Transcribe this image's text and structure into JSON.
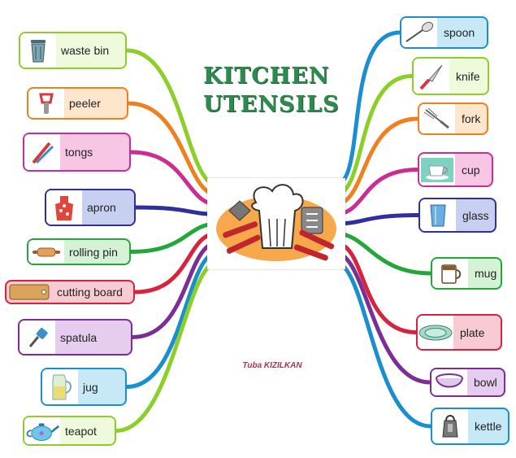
{
  "title_line1": "KITCHEN",
  "title_line2": "UTENSILS",
  "author": "Tuba KIZILKAN",
  "nodes": [
    {
      "label": "waste bin",
      "icon": "waste-bin-icon",
      "side": "left",
      "border": "#8dcf2a",
      "fill": "#eefadb"
    },
    {
      "label": "peeler",
      "icon": "peeler-icon",
      "side": "left",
      "border": "#f07f1e",
      "fill": "#fde6cc"
    },
    {
      "label": "tongs",
      "icon": "tongs-icon",
      "side": "left",
      "border": "#cc2d93",
      "fill": "#f7c6e4"
    },
    {
      "label": "apron",
      "icon": "apron-icon",
      "side": "left",
      "border": "#2f2f9e",
      "fill": "#c8d0f2"
    },
    {
      "label": "rolling pin",
      "icon": "rolling-pin-icon",
      "side": "left",
      "border": "#22a83a",
      "fill": "#d6f2d6"
    },
    {
      "label": "cutting board",
      "icon": "cutting-board-icon",
      "side": "left",
      "border": "#d6243e",
      "fill": "#f8cad2"
    },
    {
      "label": "spatula",
      "icon": "spatula-icon",
      "side": "left",
      "border": "#7b2f96",
      "fill": "#e6cdef"
    },
    {
      "label": "jug",
      "icon": "jug-icon",
      "side": "left",
      "border": "#1a8fcf",
      "fill": "#c7e8f7"
    },
    {
      "label": "teapot",
      "icon": "teapot-icon",
      "side": "left",
      "border": "#8dcf2a",
      "fill": "#eefadb"
    },
    {
      "label": "spoon",
      "icon": "spoon-icon",
      "side": "right",
      "border": "#1a8fcf",
      "fill": "#c7e8f7"
    },
    {
      "label": "knife",
      "icon": "knife-icon",
      "side": "right",
      "border": "#8dcf2a",
      "fill": "#eefadb"
    },
    {
      "label": "fork",
      "icon": "fork-icon",
      "side": "right",
      "border": "#f07f1e",
      "fill": "#fde6cc"
    },
    {
      "label": "cup",
      "icon": "cup-icon",
      "side": "right",
      "border": "#cc2d93",
      "fill": "#f7c6e4"
    },
    {
      "label": "glass",
      "icon": "glass-icon",
      "side": "right",
      "border": "#2f2f9e",
      "fill": "#c8d0f2"
    },
    {
      "label": "mug",
      "icon": "mug-icon",
      "side": "right",
      "border": "#22a83a",
      "fill": "#d6f2d6"
    },
    {
      "label": "plate",
      "icon": "plate-icon",
      "side": "right",
      "border": "#d6243e",
      "fill": "#f8cad2"
    },
    {
      "label": "bowl",
      "icon": "bowl-icon",
      "side": "right",
      "border": "#7b2f96",
      "fill": "#e6cdef"
    },
    {
      "label": "kettle",
      "icon": "kettle-icon",
      "side": "right",
      "border": "#1a8fcf",
      "fill": "#c7e8f7"
    }
  ]
}
